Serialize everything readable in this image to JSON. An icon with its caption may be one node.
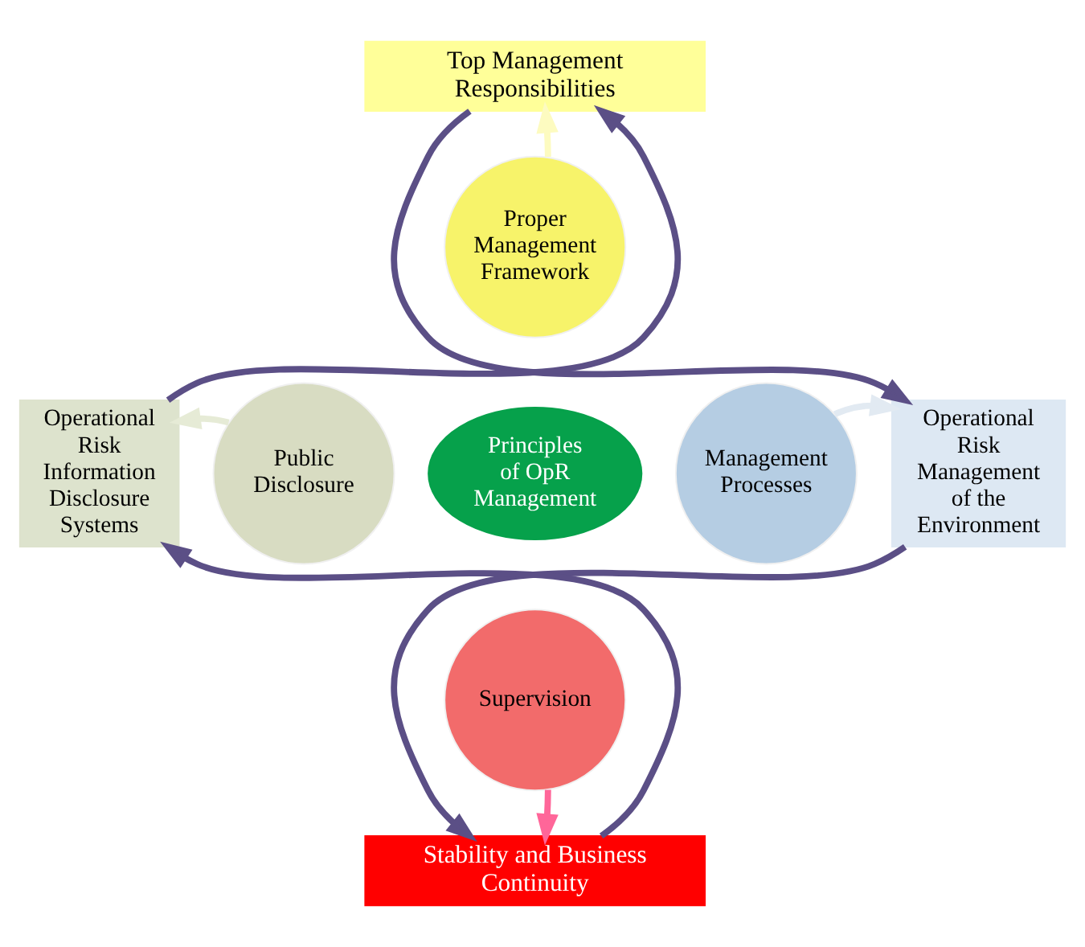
{
  "diagram": {
    "nodes": [
      {
        "text": [
          "Top Management Responsibilities"
        ]
      },
      {
        "text": [
          "Operational Risk Information Disclosure Systems"
        ]
      },
      {
        "text": [
          "Operational Risk Management of the Environment"
        ]
      },
      {
        "text": [
          "Proper Management Framework"
        ]
      },
      {
        "text": [
          "Public Disclosure"
        ]
      },
      {
        "text": [
          "Principles of OpR Management"
        ]
      },
      {
        "text": [
          "Management Processes"
        ]
      },
      {
        "text": [
          "Supervision"
        ]
      },
      {
        "text": [
          "Stability and Business Continuity"
        ]
      }
    ],
    "edges": [
      {
        "from": 3,
        "to": 0,
        "arrow": "to",
        "color": "#fdfbc0"
      },
      {
        "from": 4,
        "to": 1,
        "arrow": "to",
        "color": "#e6ebd6"
      },
      {
        "from": 6,
        "to": 2,
        "arrow": "to",
        "color": "#e2eaf2"
      },
      {
        "from": 7,
        "to": 8,
        "arrow": "to",
        "color": "#ff6699"
      },
      {
        "from": 1,
        "to": 0,
        "arrow": "to"
      },
      {
        "from": 0,
        "to": 2,
        "arrow": "to"
      },
      {
        "from": 2,
        "to": 8,
        "arrow": "to"
      },
      {
        "from": 8,
        "to": 1,
        "arrow": "to"
      }
    ]
  }
}
